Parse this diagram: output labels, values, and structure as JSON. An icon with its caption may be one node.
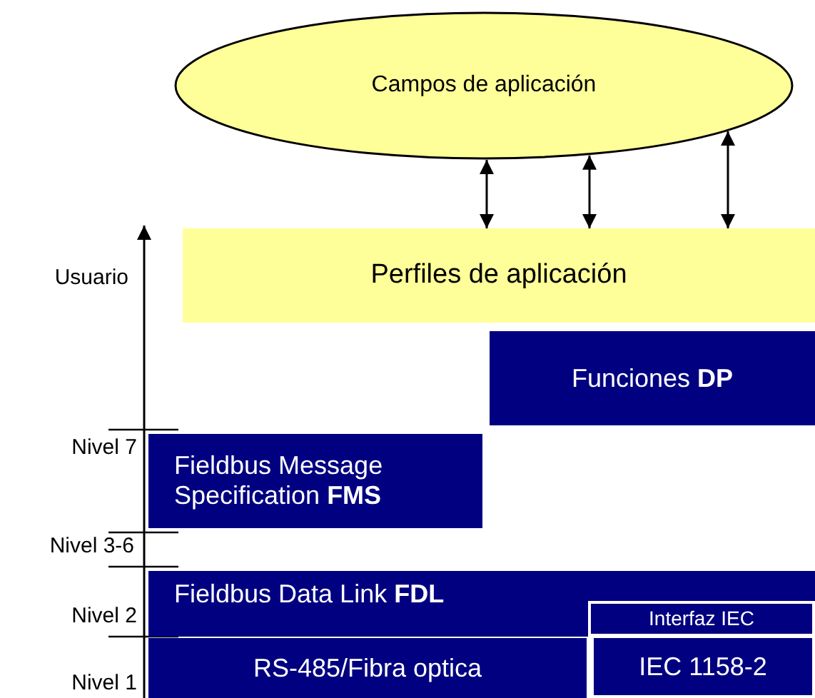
{
  "diagram": {
    "nodes": [
      {
        "text": [
          "Campos de aplicación"
        ]
      },
      {
        "text": [
          "Perfiles de aplicación"
        ]
      },
      {
        "text": [
          "Funciones **DP**"
        ]
      },
      {
        "text": [
          "Fieldbus Message Specification **FMS**"
        ]
      },
      {
        "text": [
          "Fieldbus Data Link **FDL**"
        ]
      },
      {
        "text": [
          "Interfaz IEC"
        ],
        "in": 4
      },
      {
        "text": [
          "RS-485/Fibra optica"
        ]
      },
      {
        "text": [
          "IEC 1158-2"
        ]
      }
    ],
    "edges": [
      {
        "from": 0,
        "to": 1,
        "arrow": "both"
      },
      {
        "from": 0,
        "to": 1,
        "arrow": "both"
      },
      {
        "from": 0,
        "to": 1,
        "arrow": "both"
      }
    ],
    "labels": [
      "Usuario",
      "Nivel 7",
      "Nivel 3-6",
      "Nivel 2",
      "Nivel 1"
    ]
  }
}
